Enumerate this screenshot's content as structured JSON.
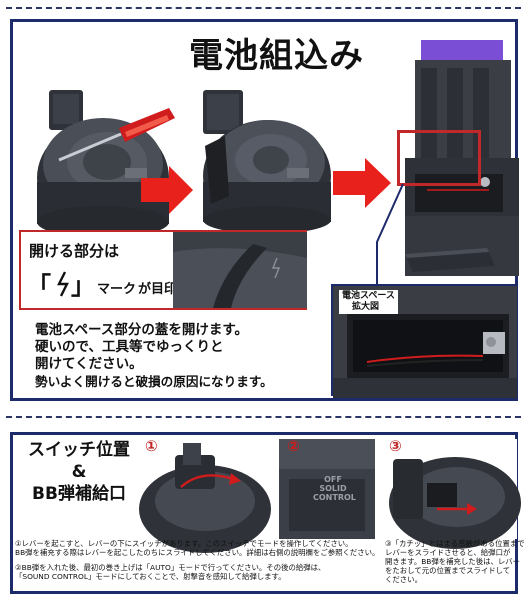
{
  "top": {
    "title": "電池組込み",
    "note_line1": "開ける部分は",
    "note_bracket_open": "「",
    "note_bracket_close": "」",
    "note_mark_suffix": "マーク",
    "note_mark_end": "が目印",
    "zoom_label_line1": "電池スペース",
    "zoom_label_line2": "拡大図",
    "desc_lines": [
      "電池スペース部分の蓋を開けます。",
      "硬いので、工具等でゆっくりと",
      "開けてください。",
      "勢いよく開けると破損の原因になります。"
    ]
  },
  "bottom": {
    "title_line1": "スイッチ位置",
    "title_line2": "&",
    "title_line3": "BB弾補給口",
    "steps": [
      "①",
      "②",
      "③"
    ],
    "cover_text_line1": "OFF",
    "cover_text_line2": "SOLID",
    "cover_text_line3": "CONTROL",
    "note1_line1": "①レバーを起こすと、レバーの下にスイッチがあります。このスイッチでモードを操作してください。",
    "note1_line2": "BB弾を補充する際はレバーを起こしたのちにスライドしてください。詳細は右側の説明欄をご参照ください。",
    "note2_line1": "②BB弾を入れた後、最初の巻き上げは「AUTO」モードで行ってください。その後の給弾は、",
    "note2_line2": "「SOUND CONTROL」モードにしておくことで、射撃音を感知して給弾します。",
    "note3_line1": "③「カチッ」とはまる感触がある位置まで",
    "note3_line2": "レバーをスライドさせると、給弾口が",
    "note3_line3": "開きます。BB弾を補充した後は、レバー",
    "note3_line4": "をたおして元の位置までスライドして",
    "note3_line5": "ください。"
  },
  "colors": {
    "frame": "#1d2b6b",
    "accent_red": "#e8211d",
    "body_dark": "#3a3d44",
    "screwdriver": "#d01c1c"
  },
  "icons": [
    "lightning-mark-icon",
    "screwdriver-icon",
    "arrow-right-icon"
  ]
}
